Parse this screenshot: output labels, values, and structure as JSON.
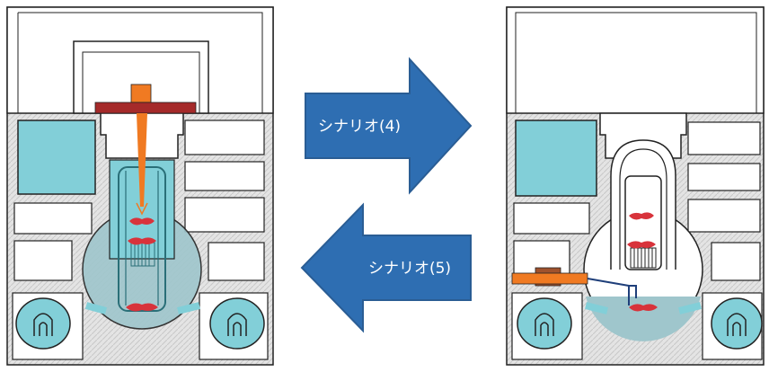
{
  "arrows": {
    "forward": {
      "label": "シナリオ(4)",
      "direction": "right"
    },
    "backward": {
      "label": "シナリオ(5)",
      "direction": "left"
    }
  },
  "colors": {
    "arrow_fill": "#2e6eb2",
    "arrow_stroke": "#2a5d94",
    "water": "#82cfd8",
    "vessel": "#9fc6cc",
    "debris": "#d8333b",
    "control_rod": "#f07a22",
    "crane_beam": "#a52a2a",
    "equipment_orange": "#f07a22",
    "equipment_brown": "#a0522d",
    "wall": "#d9d9d9",
    "outline": "#222222"
  },
  "icons": {
    "pump": "pump-icon"
  }
}
